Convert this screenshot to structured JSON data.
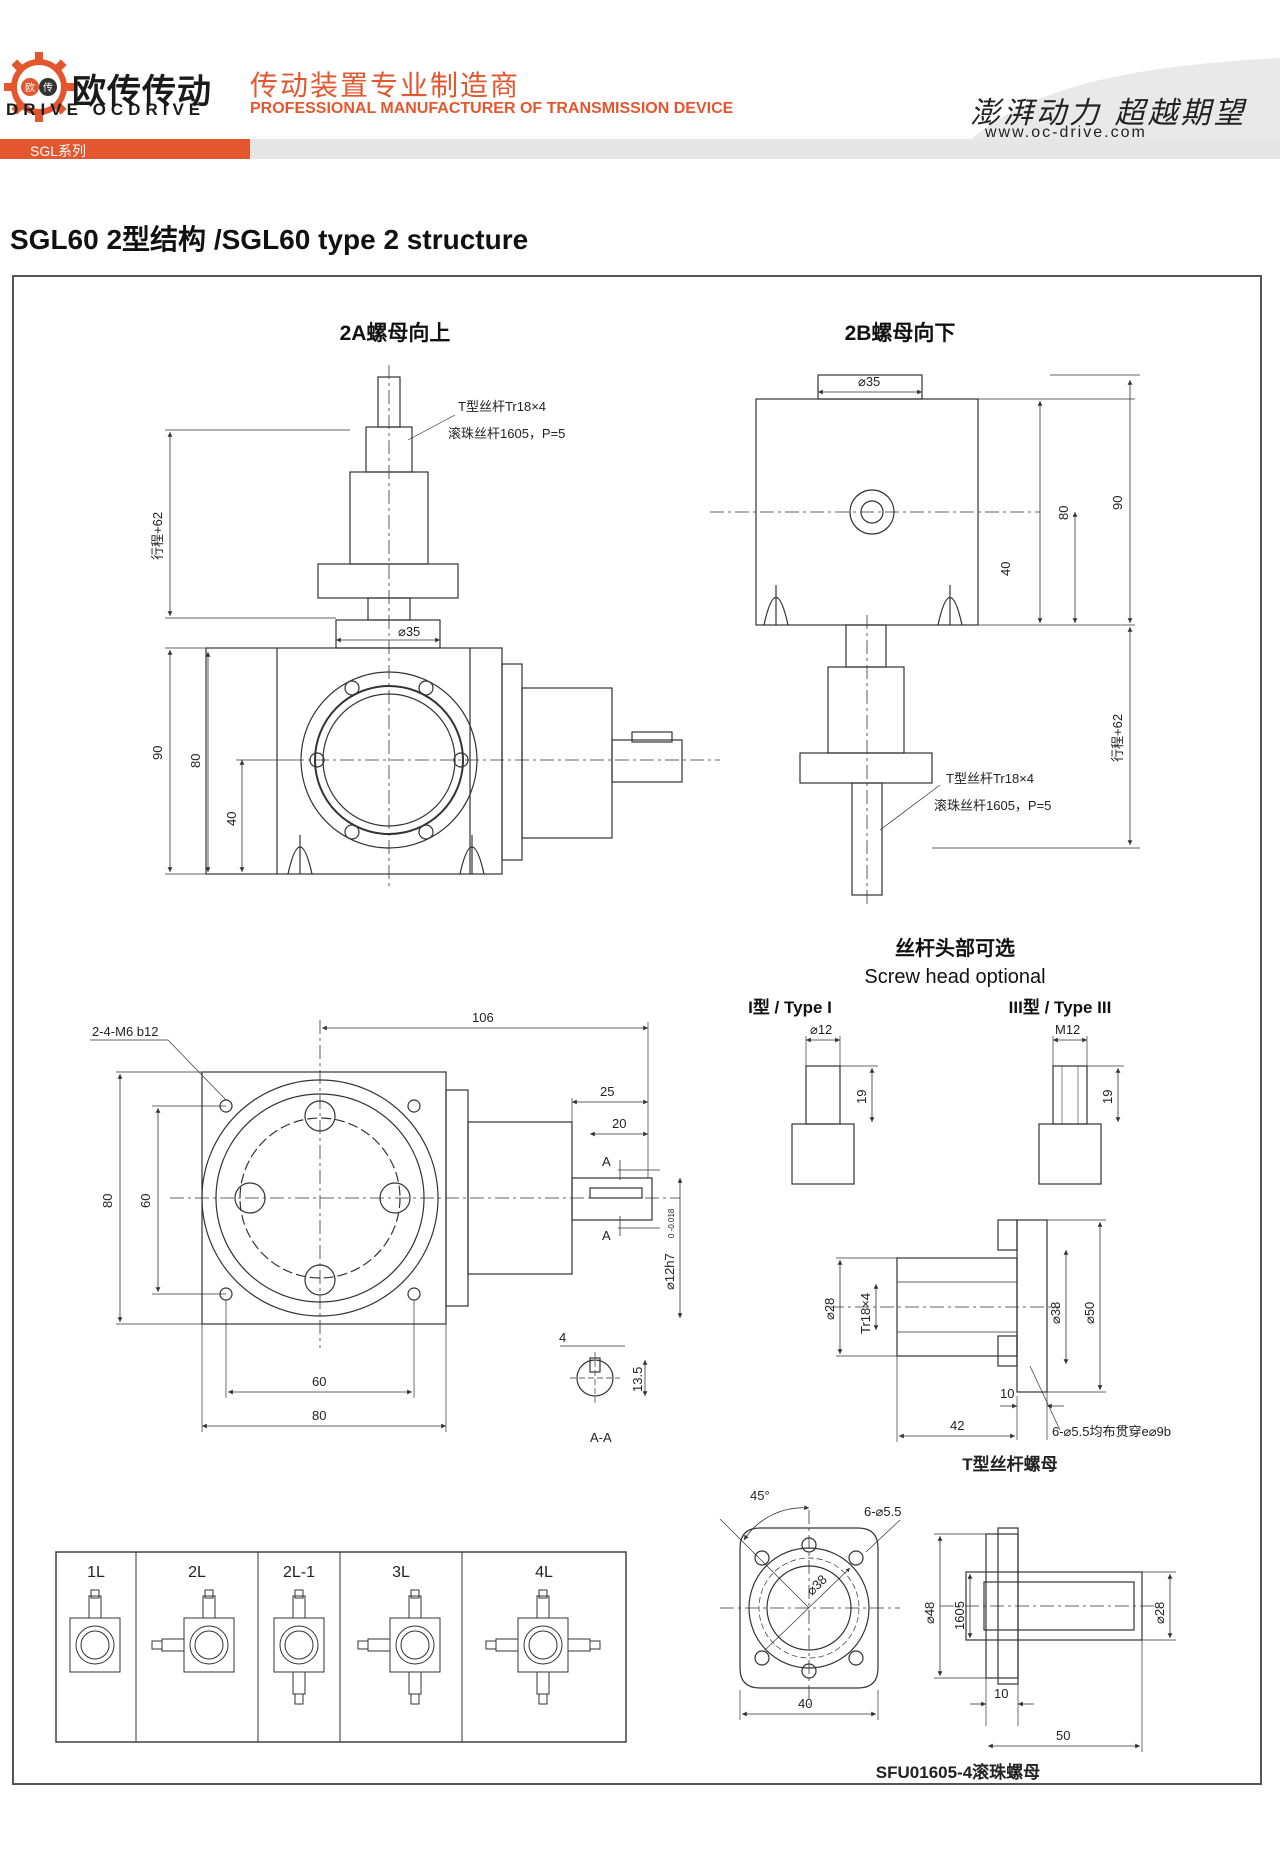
{
  "header": {
    "brand_cn": "欧传传动",
    "brand_en": "DRIVE OCDRIVE",
    "slogan_cn": "传动装置专业制造商",
    "slogan_en": "PROFESSIONAL MANUFACTURER OF TRANSMISSION DEVICE",
    "series": "SGL系列",
    "motto": "澎湃动力 超越期望",
    "website": "www.oc-drive.com",
    "logo_chars": [
      "欧",
      "传"
    ],
    "accent_color": "#e4572e"
  },
  "title": "SGL60 2型结构 /SGL60 type 2 structure",
  "view_2a": {
    "title": "2A螺母向上",
    "screw_t": "T型丝杆Tr18×4",
    "screw_ball": "滚珠丝杆1605，P=5",
    "stroke": "行程+62",
    "dia": "⌀35",
    "dims": [
      "90",
      "80",
      "40"
    ]
  },
  "view_2b": {
    "title": "2B螺母向下",
    "dia": "⌀35",
    "dims": [
      "80",
      "40",
      "90"
    ],
    "stroke": "行程+62",
    "screw_t": "T型丝杆Tr18×4",
    "screw_ball": "滚珠丝杆1605，P=5"
  },
  "front_view": {
    "holes": "2-4-M6 b12",
    "dims": [
      "106",
      "25",
      "20",
      "80",
      "60",
      "60",
      "80"
    ],
    "section_mark": "A",
    "shaft": "⌀12h7",
    "shaft_tol": "0 -0.018",
    "key_w": "4",
    "key_h": "13.5",
    "section_label": "A-A"
  },
  "screw_head": {
    "title_cn": "丝杆头部可选",
    "title_en": "Screw head optional",
    "type1": "I型 / Type I",
    "type1_dia": "⌀12",
    "type1_len": "19",
    "type3": "III型 / Type III",
    "type3_thread": "M12",
    "type3_len": "19"
  },
  "t_nut": {
    "dims": [
      "⌀28",
      "Tr18×4",
      "⌀38",
      "⌀50",
      "10",
      "42"
    ],
    "holes": "6-⌀5.5均布贯穿e⌀9b",
    "caption": "T型丝杆螺母"
  },
  "ball_nut": {
    "angle": "45°",
    "holes": "6-⌀5.5",
    "pcd": "⌀38",
    "width": "40",
    "dims": [
      "⌀48",
      "1605",
      "⌀28",
      "10",
      "50"
    ],
    "caption": "SFU01605-4滚珠螺母"
  },
  "config_table": {
    "headers": [
      "1L",
      "2L",
      "2L-1",
      "3L",
      "4L"
    ]
  }
}
